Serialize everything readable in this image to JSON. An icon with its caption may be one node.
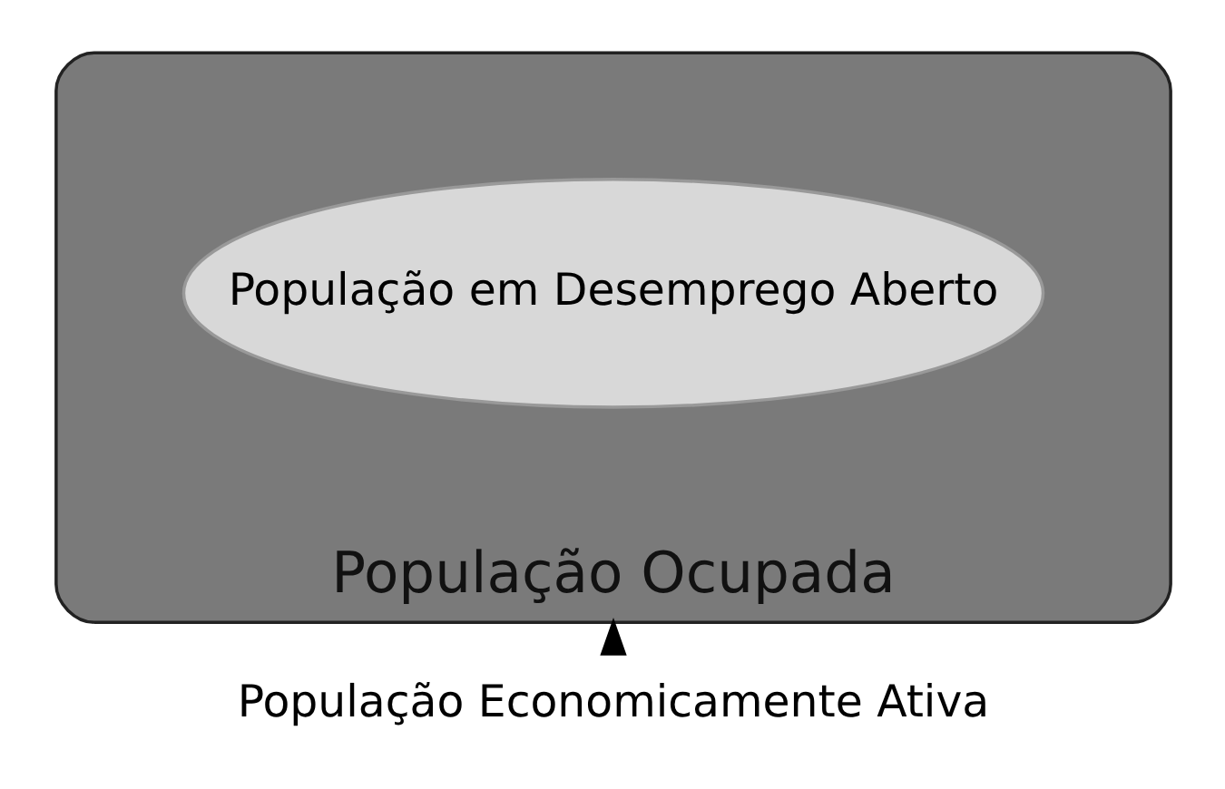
{
  "diagram": {
    "nodes": [
      {
        "text": [
          "População Ocupada"
        ]
      },
      {
        "text": [
          "População em Desemprego Aberto"
        ],
        "in": 0
      },
      {
        "text": [
          "População Economicamente Ativa"
        ]
      }
    ],
    "edges": [
      {
        "from": 2,
        "to": 0,
        "arrow": "to"
      }
    ]
  }
}
